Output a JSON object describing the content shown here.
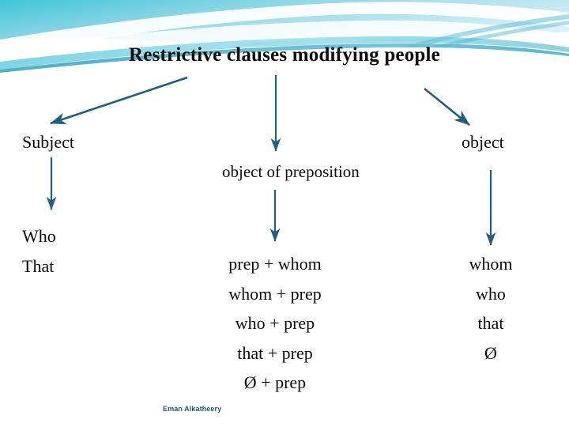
{
  "slide": {
    "title": "Restrictive clauses modifying people",
    "footer_name": "Eman Alkatheery",
    "background_color": "#ffffff"
  },
  "theme": {
    "header_gradient_start": "#3fc7da",
    "header_gradient_mid": "#8fd9e6",
    "header_gradient_end": "#cfeef4",
    "arrow_color": "#1f5f82",
    "footer_color": "#1f5b6e",
    "text_color": "#0b0b0b"
  },
  "labels": {
    "subject": "Subject",
    "object": "object",
    "object_of_preposition": "object of preposition"
  },
  "columns": {
    "left": {
      "heading_ref": "subject",
      "items": [
        "Who",
        "That"
      ]
    },
    "center": {
      "heading_ref": "object_of_preposition",
      "items": [
        "prep + whom",
        "whom + prep",
        "who + prep",
        "that + prep",
        "Ø + prep"
      ]
    },
    "right": {
      "heading_ref": "object",
      "items": [
        "whom",
        "who",
        "that",
        "Ø"
      ]
    }
  },
  "arrows": [
    {
      "name": "arrow-title-to-subject",
      "kind": "diagonal-down-left"
    },
    {
      "name": "arrow-title-to-object-of-preposition",
      "kind": "vertical-down"
    },
    {
      "name": "arrow-title-to-object",
      "kind": "diagonal-down-right"
    },
    {
      "name": "arrow-subject-to-left-list",
      "kind": "vertical-down"
    },
    {
      "name": "arrow-objprep-to-center-list",
      "kind": "vertical-down"
    },
    {
      "name": "arrow-object-to-right-list",
      "kind": "vertical-down"
    }
  ]
}
